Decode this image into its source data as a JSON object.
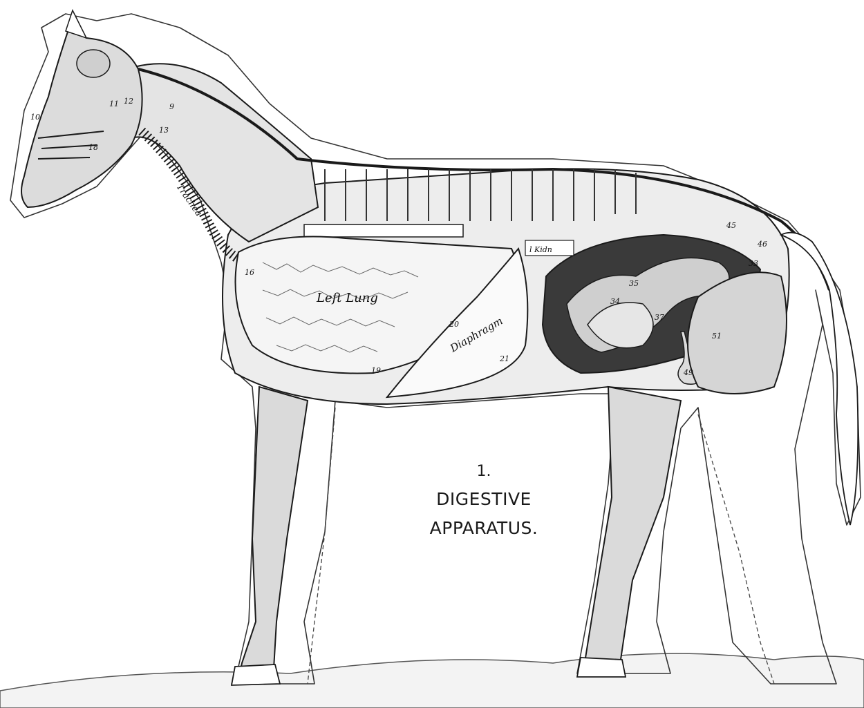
{
  "figure": {
    "caption_number": "1.",
    "caption_line1": "DIGESTIVE",
    "caption_line2": "APPARATUS."
  },
  "organ_labels": {
    "left_lung": "Left Lung",
    "diaphragm": "Diaphragm",
    "kidney": "l Kidn",
    "trachea": "Trachea"
  },
  "reference_numbers": [
    "9",
    "10",
    "11",
    "12",
    "13",
    "16",
    "18",
    "19",
    "20",
    "21",
    "33",
    "34",
    "35",
    "37",
    "45",
    "46",
    "49",
    "51"
  ],
  "colors": {
    "ink": "#1a1a1a",
    "ground": "#f2f2f2",
    "paper": "#ffffff"
  }
}
